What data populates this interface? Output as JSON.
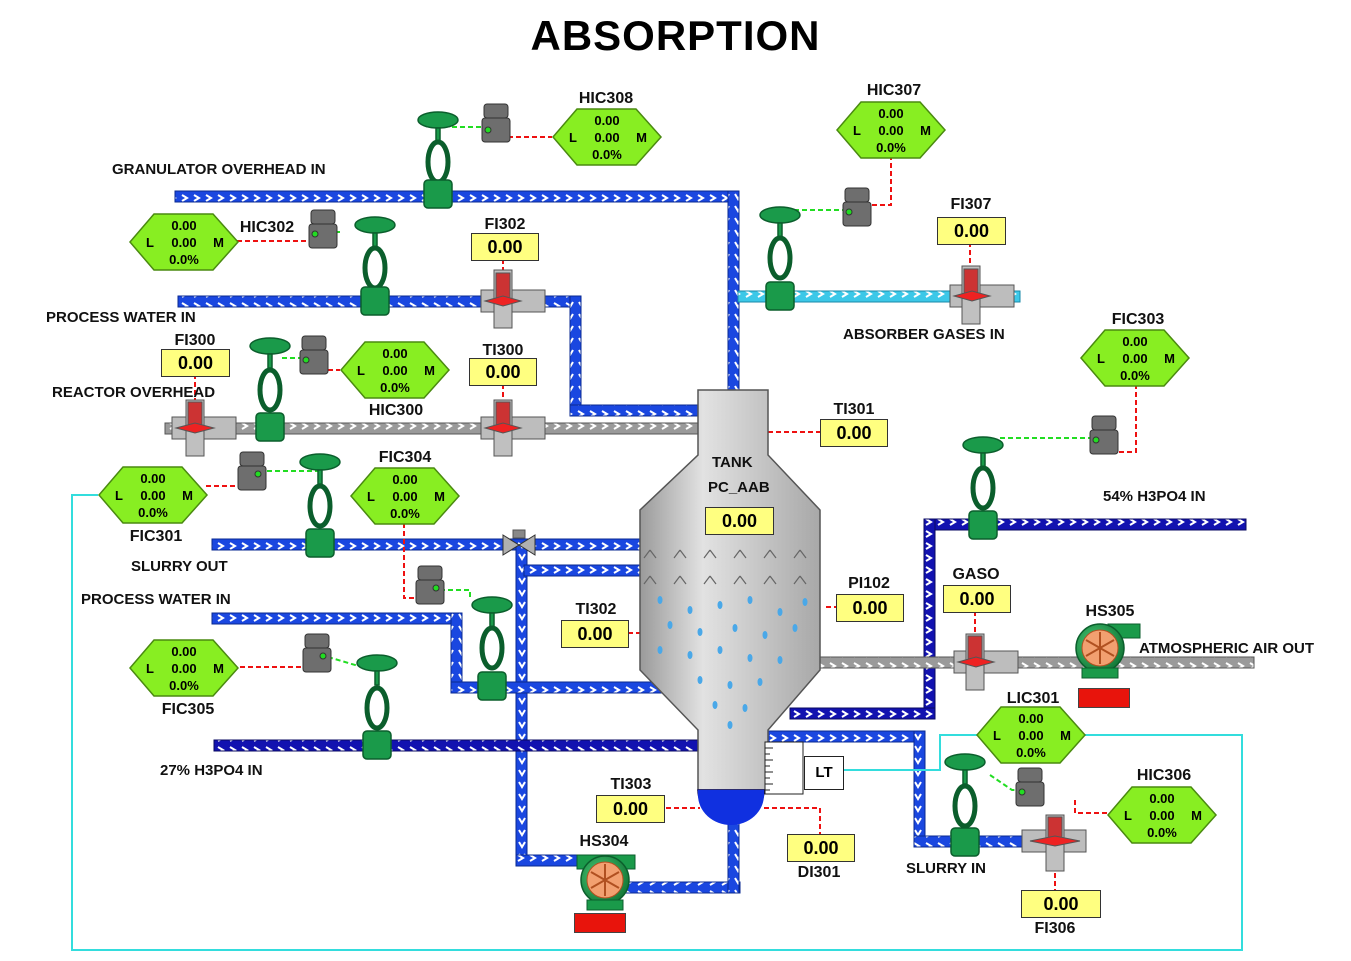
{
  "title": "ABSORPTION",
  "colors": {
    "pipe_blue": "#1a47e0",
    "pipe_navy": "#1212b0",
    "pipe_cyan": "#3cc8e8",
    "pipe_gray": "#9a9a9a",
    "valve_green": "#1a9a4a",
    "faceplate_green": "#88ee22",
    "display_yellow": "#ffff80",
    "signal_red": "#ee1111",
    "signal_green": "#22dd22",
    "signal_cyan": "#33dddd",
    "tank_gray": "#c8c8c8",
    "liquid_blue": "#1030e0",
    "alarm_red": "#e8140c"
  },
  "lines": {
    "granulator": "GRANULATOR OVERHEAD IN",
    "process_water_1": "PROCESS WATER  IN",
    "reactor_overhead": "REACTOR OVERHEAD",
    "slurry_out": "SLURRY  OUT",
    "process_water_2": "PROCESS WATER  IN",
    "h3po4_27": "27%  H3PO4  IN",
    "absorber_gases": "ABSORBER GASES  IN",
    "h3po4_54": "54% H3PO4  IN",
    "atmospheric_air": "ATMOSPHERIC AIR OUT",
    "slurry_in": "SLURRY IN"
  },
  "tank": {
    "name": "TANK",
    "tag": "PC_AAB",
    "value": "0.00"
  },
  "level_transmitter": "LT",
  "displays": {
    "fi300": {
      "tag": "FI300",
      "value": "0.00"
    },
    "fi302": {
      "tag": "FI302",
      "value": "0.00"
    },
    "fi307": {
      "tag": "FI307",
      "value": "0.00"
    },
    "ti300": {
      "tag": "TI300",
      "value": "0.00"
    },
    "ti301": {
      "tag": "TI301",
      "value": "0.00"
    },
    "ti302": {
      "tag": "TI302",
      "value": "0.00"
    },
    "ti303": {
      "tag": "TI303",
      "value": "0.00"
    },
    "pi102": {
      "tag": "PI102",
      "value": "0.00"
    },
    "gaso": {
      "tag": "GASO",
      "value": "0.00"
    },
    "di301": {
      "tag": "DI301",
      "value": "0.00"
    },
    "fi306": {
      "tag": "FI306",
      "value": "0.00"
    }
  },
  "controllers": {
    "hic308": {
      "tag": "HIC308",
      "sp": "0.00",
      "pv": "0.00",
      "out": "0.0%",
      "l": "L",
      "m": "M"
    },
    "hic307": {
      "tag": "HIC307",
      "sp": "0.00",
      "pv": "0.00",
      "out": "0.0%",
      "l": "L",
      "m": "M"
    },
    "hic302": {
      "tag": "HIC302",
      "sp": "0.00",
      "pv": "0.00",
      "out": "0.0%",
      "l": "L",
      "m": "M"
    },
    "hic300": {
      "tag": "HIC300",
      "sp": "0.00",
      "pv": "0.00",
      "out": "0.0%",
      "l": "L",
      "m": "M"
    },
    "fic303": {
      "tag": "FIC303",
      "sp": "0.00",
      "pv": "0.00",
      "out": "0.0%",
      "l": "L",
      "m": "M"
    },
    "fic301": {
      "tag": "FIC301",
      "sp": "0.00",
      "pv": "0.00",
      "out": "0.0%",
      "l": "L",
      "m": "M"
    },
    "fic304": {
      "tag": "FIC304",
      "sp": "0.00",
      "pv": "0.00",
      "out": "0.0%",
      "l": "L",
      "m": "M"
    },
    "fic305": {
      "tag": "FIC305",
      "sp": "0.00",
      "pv": "0.00",
      "out": "0.0%",
      "l": "L",
      "m": "M"
    },
    "lic301": {
      "tag": "LIC301",
      "sp": "0.00",
      "pv": "0.00",
      "out": "0.0%",
      "l": "L",
      "m": "M"
    },
    "hic306": {
      "tag": "HIC306",
      "sp": "0.00",
      "pv": "0.00",
      "out": "0.0%",
      "l": "L",
      "m": "M"
    }
  },
  "pumps": {
    "hs304": "HS304",
    "hs305": "HS305"
  }
}
